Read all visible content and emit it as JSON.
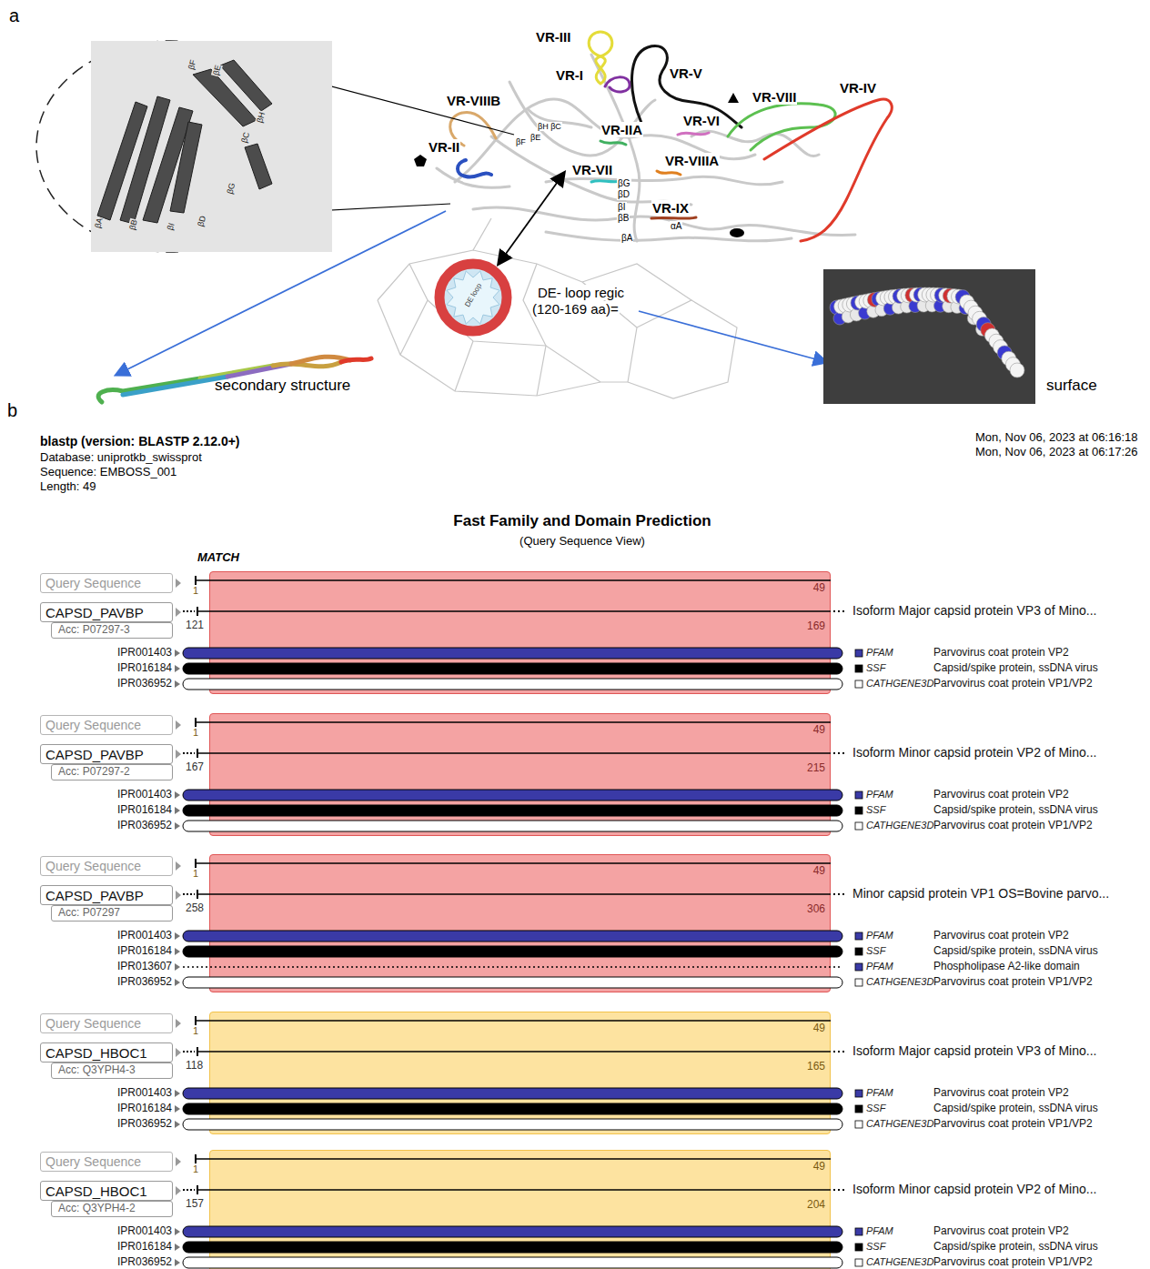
{
  "diagram": {
    "nodes": [
      {
        "text": [
          "βF",
          "βE",
          "βH",
          "βC",
          "βG",
          "βD",
          "βA",
          "βB",
          "βI"
        ]
      },
      {
        "text": [
          "DE loop"
        ]
      },
      {
        "text": [
          "Query Sequence"
        ]
      },
      {
        "text": [
          "CAPSD_PAVBP"
        ]
      },
      {
        "text": [
          "Acc: P07297-3"
        ]
      },
      {
        "text": [
          "49",
          "169"
        ]
      },
      {
        "text": [
          "Query Sequence"
        ]
      },
      {
        "text": [
          "CAPSD_PAVBP"
        ]
      },
      {
        "text": [
          "Acc: P07297-2"
        ]
      },
      {
        "text": [
          "49",
          "215"
        ]
      },
      {
        "text": [
          "Query Sequence"
        ]
      },
      {
        "text": [
          "CAPSD_PAVBP"
        ]
      },
      {
        "text": [
          "Acc: P07297"
        ]
      },
      {
        "text": [
          "49",
          "306"
        ]
      },
      {
        "text": [
          "Query Sequence"
        ]
      },
      {
        "text": [
          "CAPSD_HBOC1"
        ]
      },
      {
        "text": [
          "Acc: Q3YPH4-3"
        ]
      },
      {
        "text": [
          "49",
          "165"
        ]
      },
      {
        "text": [
          "Query Sequence"
        ]
      },
      {
        "text": [
          "CAPSD_HBOC1"
        ]
      },
      {
        "text": [
          "Acc: Q3YPH4-2"
        ]
      },
      {
        "text": [
          "49",
          "204"
        ]
      }
    ],
    "labels": [
      "a",
      "VR-III",
      "VR-I",
      "VR-V",
      "VR-VIIIB",
      "VR-VIII",
      "VR-IV",
      "VR-IIA",
      "VR-VI",
      "VR-II",
      "VR-VII",
      "VR-VIIIA",
      "VR-IX",
      "βH βC",
      "βE",
      "βF",
      "βG",
      "βD",
      "βI",
      "βB",
      "αA",
      "βA",
      "DE- loop regic",
      "(120-169 aa)=",
      "secondary structure",
      "surface",
      "b",
      "blastp (version: BLASTP 2.12.0+)",
      "Database: uniprotkb_swissprot",
      "Sequence: EMBOSS_001",
      "Length: 49",
      "Mon, Nov 06, 2023 at 06:16:18",
      "Mon, Nov 06, 2023 at 06:17:26",
      "Fast Family and Domain Prediction",
      "(Query Sequence View)",
      "MATCH",
      "1",
      "121",
      "Isoform Major capsid protein VP3 of Mino...",
      "IPR001403",
      "PFAM",
      "Parvovirus coat protein VP2",
      "IPR016184",
      "SSF",
      "Capsid/spike protein, ssDNA virus",
      "IPR036952",
      "CATHGENE3D",
      "Parvovirus coat protein VP1/VP2",
      "1",
      "167",
      "Isoform Minor capsid protein VP2 of Mino...",
      "IPR001403",
      "PFAM",
      "Parvovirus coat protein VP2",
      "IPR016184",
      "SSF",
      "Capsid/spike protein, ssDNA virus",
      "IPR036952",
      "CATHGENE3D",
      "Parvovirus coat protein VP1/VP2",
      "1",
      "258",
      "Minor capsid protein VP1 OS=Bovine parvo...",
      "IPR001403",
      "PFAM",
      "Parvovirus coat protein VP2",
      "IPR016184",
      "SSF",
      "Capsid/spike protein, ssDNA virus",
      "IPR013607",
      "PFAM",
      "Phospholipase A2-like domain",
      "IPR036952",
      "CATHGENE3D",
      "Parvovirus coat protein VP1/VP2",
      "1",
      "118",
      "Isoform Major capsid protein VP3 of Mino...",
      "IPR001403",
      "PFAM",
      "Parvovirus coat protein VP2",
      "IPR016184",
      "SSF",
      "Capsid/spike protein, ssDNA virus",
      "IPR036952",
      "CATHGENE3D",
      "Parvovirus coat protein VP1/VP2",
      "1",
      "157",
      "Isoform Minor capsid protein VP2 of Mino...",
      "IPR001403",
      "PFAM",
      "Parvovirus coat protein VP2",
      "IPR016184",
      "SSF",
      "Capsid/spike protein, ssDNA virus",
      "IPR036952",
      "CATHGENE3D",
      "Parvovirus coat protein VP1/VP2"
    ]
  }
}
